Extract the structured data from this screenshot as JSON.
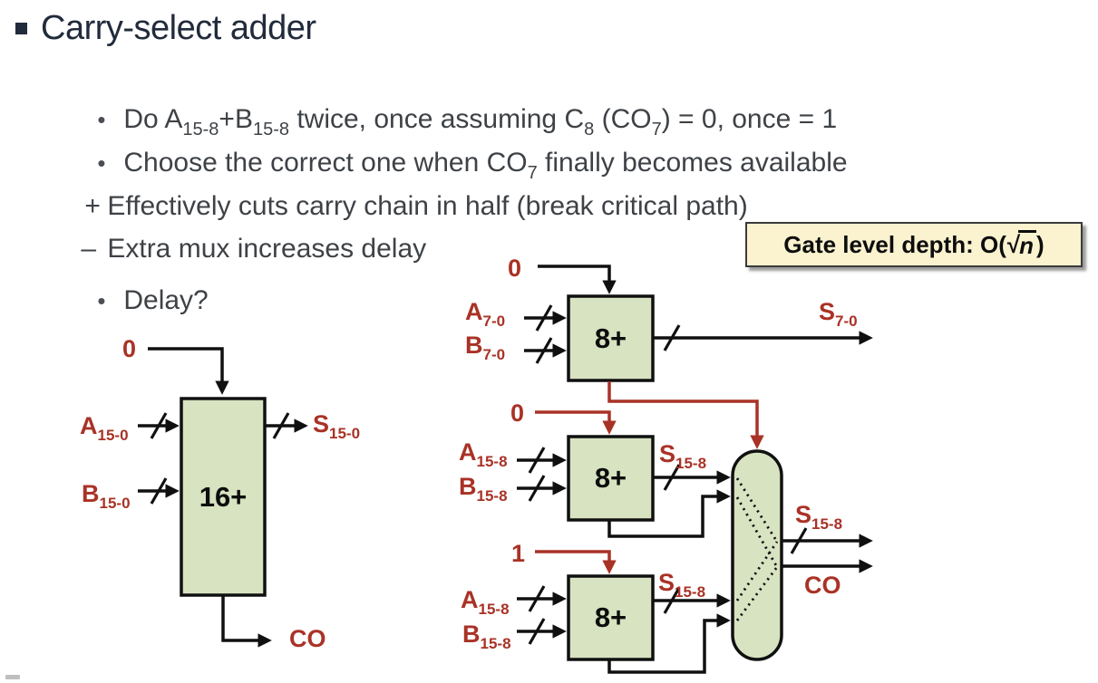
{
  "colors": {
    "accent_red": "#A93226",
    "box_green": "#D7E3C1",
    "wire_black": "#101010",
    "callout_bg": "#FBF2CF",
    "title_color": "#222B3B",
    "body_color": "#3E4246"
  },
  "slide": {
    "title": "Carry-select adder",
    "bullets": [
      {
        "marker": "•",
        "parts": [
          "Do A",
          "15-8",
          "+B",
          "15-8",
          " twice, once assuming C",
          "8",
          " (CO",
          "7",
          ") = 0, once = 1"
        ]
      },
      {
        "marker": "•",
        "parts": [
          "Choose the correct one when CO",
          "7",
          " finally becomes available"
        ]
      },
      {
        "marker": "+",
        "parts": [
          "Effectively cuts carry chain in half (break critical path)"
        ]
      },
      {
        "marker": "–",
        "parts": [
          "Extra mux increases delay"
        ]
      },
      {
        "marker": "•",
        "parts": [
          "Delay?"
        ]
      }
    ],
    "callout": {
      "prefix": "Gate level depth: O(",
      "radical": "√",
      "radicand": "n",
      "suffix": ")"
    }
  },
  "diagram": {
    "left": {
      "cin": "0",
      "op": "16+",
      "a": [
        "A",
        "15-0"
      ],
      "b": [
        "B",
        "15-0"
      ],
      "s": [
        "S",
        "15-0"
      ],
      "co": "CO"
    },
    "top": {
      "cin": "0",
      "op": "8+",
      "a": [
        "A",
        "7-0"
      ],
      "b": [
        "B",
        "7-0"
      ],
      "s": [
        "S",
        "7-0"
      ]
    },
    "mid": {
      "cin": "0",
      "op": "8+",
      "a": [
        "A",
        "15-8"
      ],
      "b": [
        "B",
        "15-8"
      ],
      "s": [
        "S",
        "15-8"
      ]
    },
    "bot": {
      "cin": "1",
      "op": "8+",
      "a": [
        "A",
        "15-8"
      ],
      "b": [
        "B",
        "15-8"
      ],
      "s": [
        "S",
        "15-8"
      ]
    },
    "mux": {
      "s": [
        "S",
        "15-8"
      ],
      "co": "CO"
    }
  }
}
